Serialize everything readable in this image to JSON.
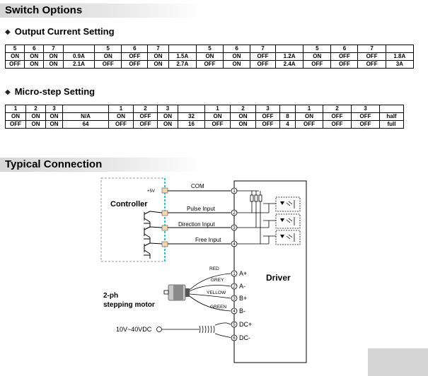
{
  "headings": {
    "switch_options": "Switch Options",
    "output_current": "Output Current Setting",
    "micro_step": "Micro-step Setting",
    "typical_connection": "Typical Connection"
  },
  "output_current_table": {
    "header": [
      "5",
      "6",
      "7",
      "",
      "5",
      "6",
      "7",
      "",
      "5",
      "6",
      "7",
      "",
      "5",
      "6",
      "7",
      ""
    ],
    "rows": [
      [
        "ON",
        "ON",
        "ON",
        "0.9A",
        "ON",
        "OFF",
        "ON",
        "1.5A",
        "ON",
        "ON",
        "OFF",
        "1.2A",
        "ON",
        "OFF",
        "OFF",
        "1.8A"
      ],
      [
        "OFF",
        "ON",
        "ON",
        "2.1A",
        "OFF",
        "OFF",
        "ON",
        "2.7A",
        "OFF",
        "ON",
        "OFF",
        "2.4A",
        "OFF",
        "OFF",
        "OFF",
        "3A"
      ]
    ]
  },
  "micro_step_table": {
    "header": [
      "1",
      "2",
      "3",
      "",
      "1",
      "2",
      "3",
      "",
      "1",
      "2",
      "3",
      "",
      "1",
      "2",
      "3",
      ""
    ],
    "rows": [
      [
        "ON",
        "ON",
        "ON",
        "N/A",
        "ON",
        "OFF",
        "ON",
        "32",
        "ON",
        "ON",
        "OFF",
        "8",
        "ON",
        "OFF",
        "OFF",
        "half"
      ],
      [
        "OFF",
        "ON",
        "ON",
        "64",
        "OFF",
        "OFF",
        "ON",
        "16",
        "OFF",
        "ON",
        "OFF",
        "4",
        "OFF",
        "OFF",
        "OFF",
        "full"
      ]
    ]
  },
  "diagram": {
    "controller_label": "Controller",
    "plus5v": "+5V",
    "com": "COM",
    "pulse_input": "Pulse Input",
    "direction_input": "Direction Input",
    "free_input": "Free Input",
    "driver_label": "Driver",
    "motor_label_line1": "2-ph",
    "motor_label_line2": "stepping motor",
    "wire_red": "RED",
    "wire_grey": "GREY",
    "wire_yellow": "YELLOW",
    "wire_green": "GREEN",
    "pin_a_plus": "A+",
    "pin_a_minus": "A-",
    "pin_b_plus": "B+",
    "pin_b_minus": "B-",
    "pin_dc_plus": "DC+",
    "pin_dc_minus": "DC-",
    "supply_label": "10V~40VDC",
    "terminals": [
      "1",
      "2",
      "3",
      "4",
      "1",
      "2",
      "3",
      "4",
      "5",
      "6"
    ]
  }
}
